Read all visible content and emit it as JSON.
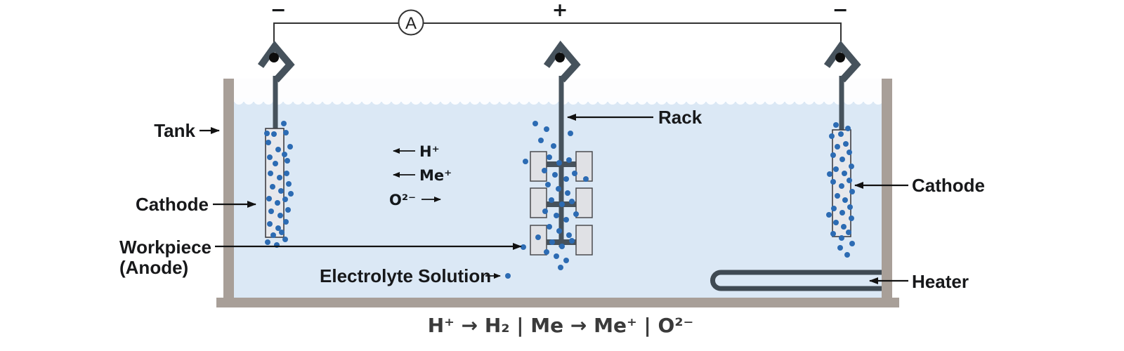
{
  "circuit": {
    "negative_left": "−",
    "ammeter_label": "A",
    "positive_center": "+",
    "negative_right": "−"
  },
  "labels": {
    "tank": "Tank",
    "cathode_left": "Cathode",
    "workpiece": "Workpiece",
    "workpiece_sub": "(Anode)",
    "electrolyte_solution": "Electrolyte Solution",
    "rack": "Rack",
    "cathode_right": "Cathode",
    "heater": "Heater"
  },
  "ions": {
    "hydrogen": "H⁺",
    "metal": "Me⁺",
    "oxide": "O²⁻"
  },
  "equation": "H⁺ → H₂  |  Me → Me⁺  |  O²⁻",
  "colors": {
    "water": "#dbe8f5",
    "tank_wall": "#a89f98",
    "metal_dark": "#46525c",
    "electrode_fill": "#e7e8ec",
    "ion_dot": "#2c6bb3",
    "text": "#17181a"
  }
}
